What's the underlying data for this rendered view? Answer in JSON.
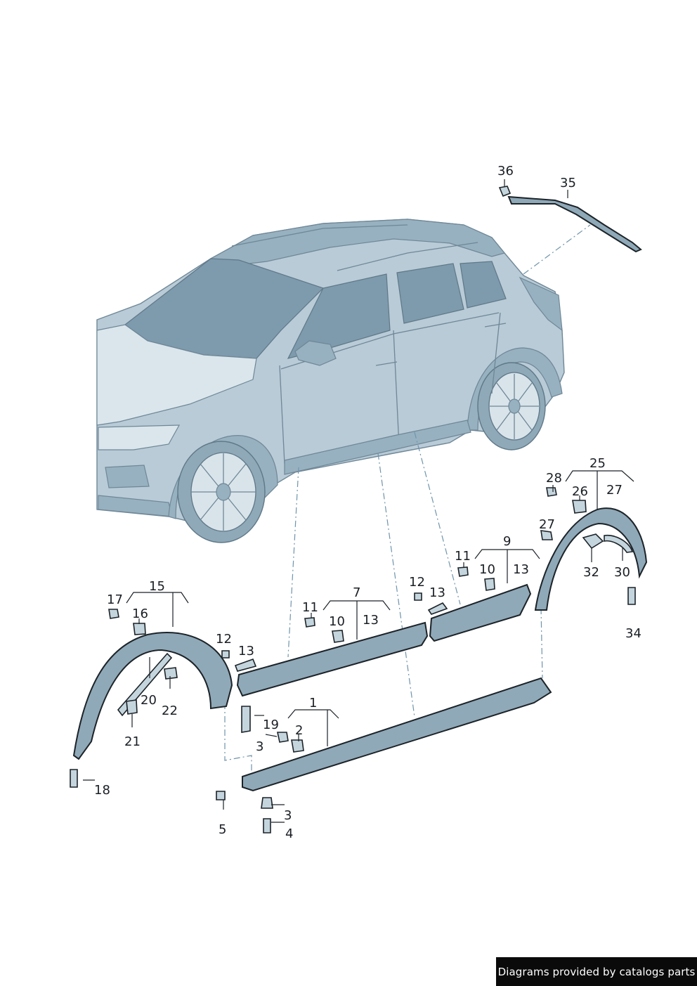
{
  "footer": {
    "credit": "Diagrams provided by catalogs parts"
  },
  "callouts": [
    {
      "key": "c36",
      "text": "36"
    },
    {
      "key": "c35",
      "text": "35"
    },
    {
      "key": "c25",
      "text": "25"
    },
    {
      "key": "c28",
      "text": "28"
    },
    {
      "key": "c26",
      "text": "26"
    },
    {
      "key": "c27a",
      "text": "27"
    },
    {
      "key": "c27b",
      "text": "27"
    },
    {
      "key": "c32",
      "text": "32"
    },
    {
      "key": "c30",
      "text": "30"
    },
    {
      "key": "c34",
      "text": "34"
    },
    {
      "key": "c9",
      "text": "9"
    },
    {
      "key": "c11a",
      "text": "11"
    },
    {
      "key": "c10a",
      "text": "10"
    },
    {
      "key": "c13a",
      "text": "13"
    },
    {
      "key": "c12a",
      "text": "12"
    },
    {
      "key": "c13b",
      "text": "13"
    },
    {
      "key": "c7",
      "text": "7"
    },
    {
      "key": "c11b",
      "text": "11"
    },
    {
      "key": "c10b",
      "text": "10"
    },
    {
      "key": "c13c",
      "text": "13"
    },
    {
      "key": "c12b",
      "text": "12"
    },
    {
      "key": "c13d",
      "text": "13"
    },
    {
      "key": "c15",
      "text": "15"
    },
    {
      "key": "c17",
      "text": "17"
    },
    {
      "key": "c16",
      "text": "16"
    },
    {
      "key": "c20",
      "text": "20"
    },
    {
      "key": "c22",
      "text": "22"
    },
    {
      "key": "c21",
      "text": "21"
    },
    {
      "key": "c18",
      "text": "18"
    },
    {
      "key": "c1",
      "text": "1"
    },
    {
      "key": "c19",
      "text": "19"
    },
    {
      "key": "c2",
      "text": "2"
    },
    {
      "key": "c3a",
      "text": "3"
    },
    {
      "key": "c3b",
      "text": "3"
    },
    {
      "key": "c4",
      "text": "4"
    },
    {
      "key": "c5",
      "text": "5"
    }
  ]
}
